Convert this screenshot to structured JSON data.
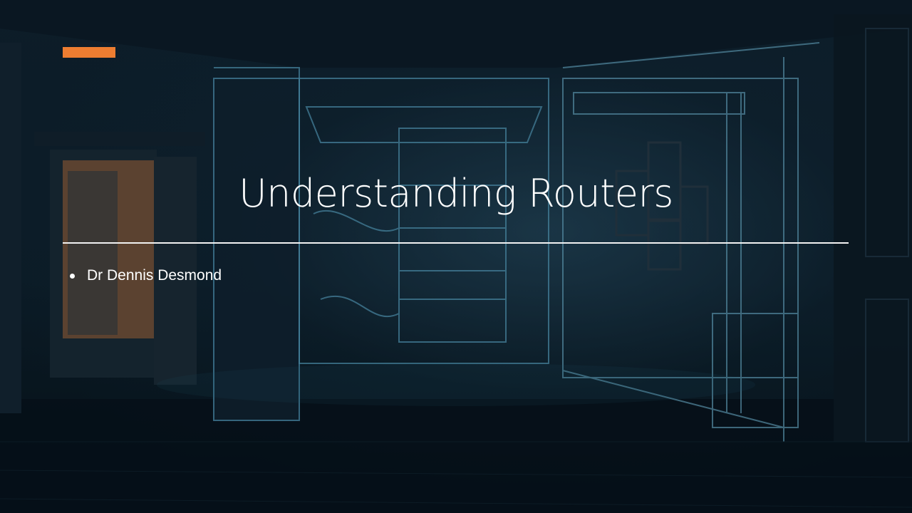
{
  "slide": {
    "title": "Understanding Routers",
    "bullets": [
      "Dr Dennis Desmond"
    ]
  },
  "theme": {
    "accent_color": "#ed7d31",
    "text_color": "#ffffff",
    "background_description_icon": "room-wireframe-background"
  }
}
